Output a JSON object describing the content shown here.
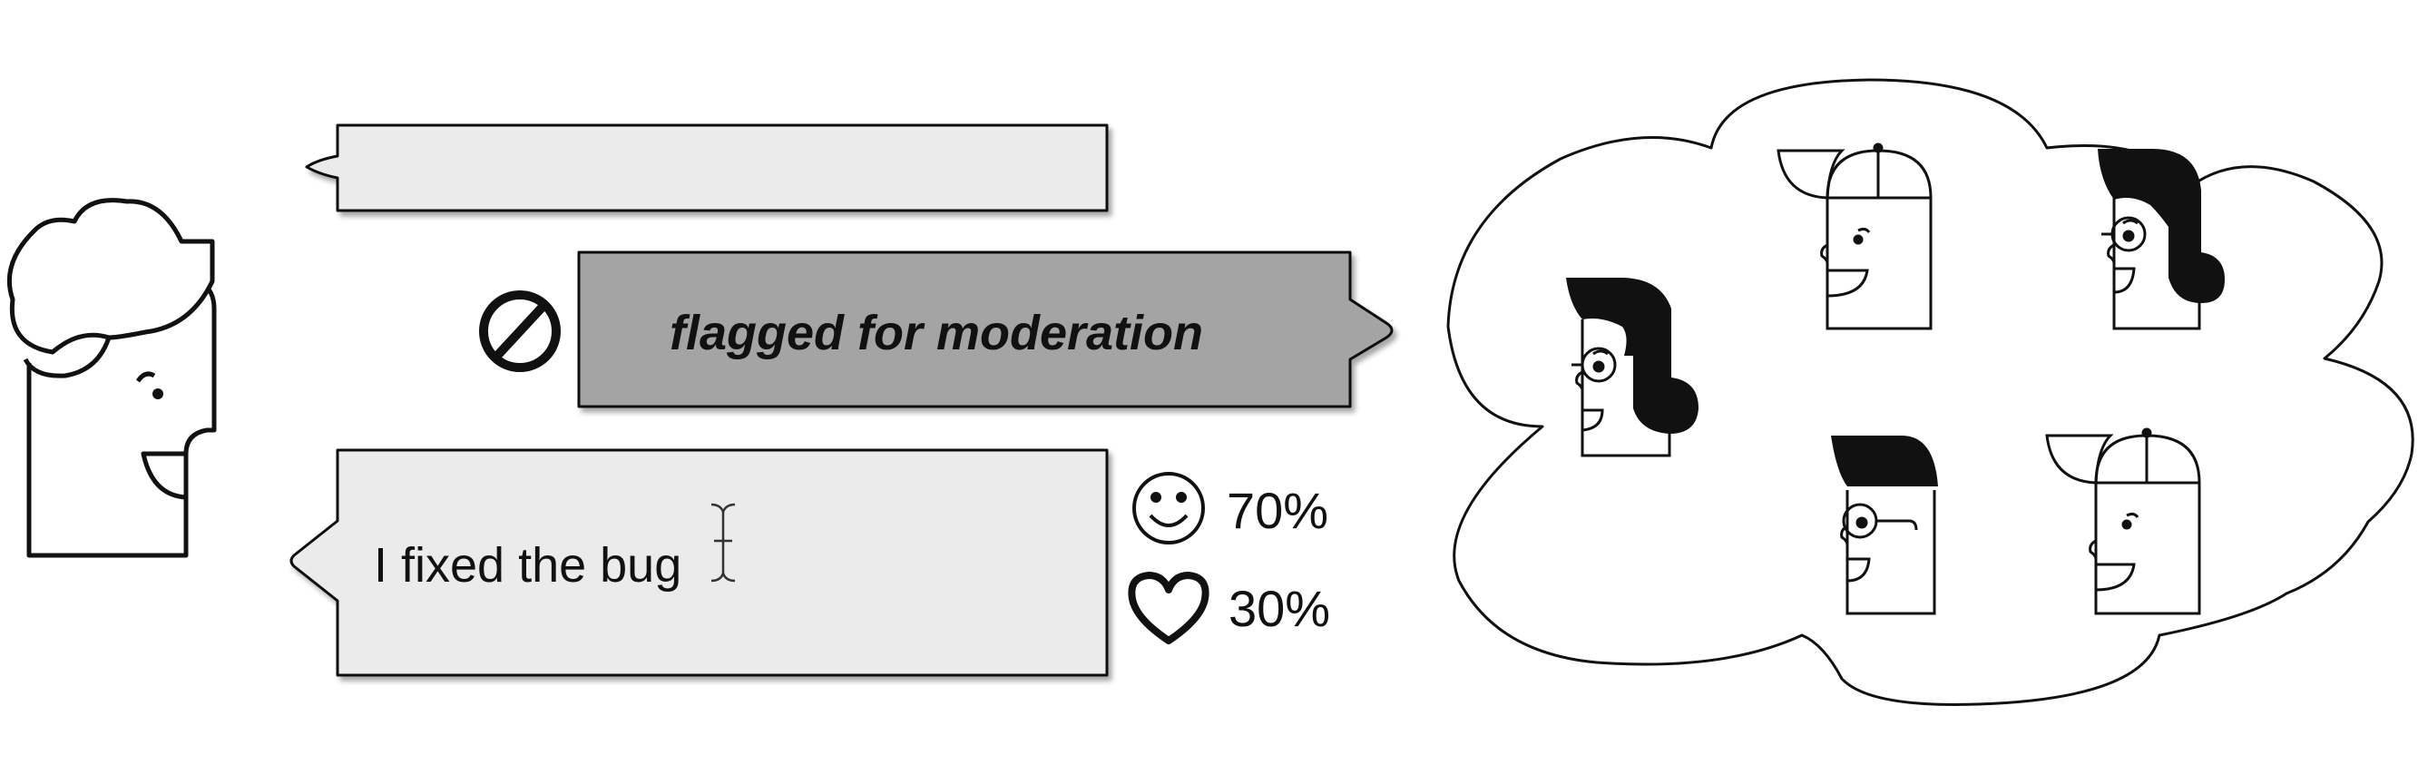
{
  "messages": {
    "first_text": "",
    "flagged_text": "flagged for moderation",
    "input_text": "I fixed the bug"
  },
  "reactions": [
    {
      "icon": "smiley-icon",
      "value": "70%"
    },
    {
      "icon": "heart-icon",
      "value": "30%"
    }
  ],
  "colors": {
    "bubble_light": "#ebebeb",
    "bubble_flagged": "#a4a4a4",
    "stroke": "#111111"
  }
}
